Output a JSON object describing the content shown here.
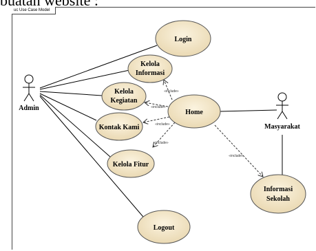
{
  "caption_fragment": "buatan website :",
  "frame": {
    "label": "uc Use Case Model"
  },
  "actors": {
    "admin": "Admin",
    "masyarakat": "Masyarakat"
  },
  "use_cases": {
    "login": "Login",
    "kelola_informasi": [
      "Kelola",
      "Informasi"
    ],
    "kelola_kegiatan": [
      "Kelola",
      "Kegiatan"
    ],
    "home": "Home",
    "kontak_kami": "Kontak Kami",
    "kelola_fitur": "Kelola Fitur",
    "logout": "Logout",
    "informasi_sekolah": [
      "Informasi",
      "Sekolah"
    ]
  },
  "stereotype": "«include»"
}
